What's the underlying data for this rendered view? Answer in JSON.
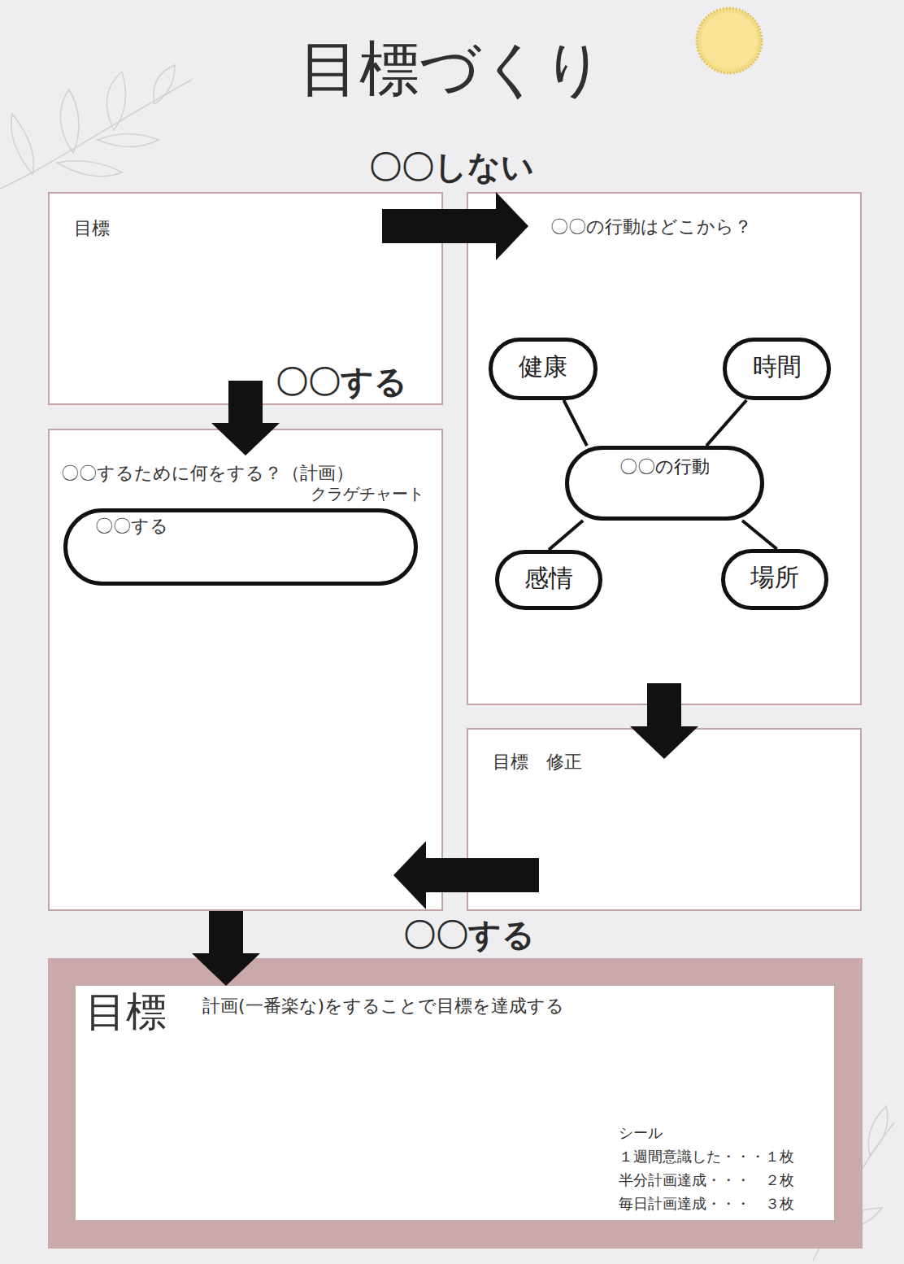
{
  "diagram": {
    "title": "目標づくり",
    "nodes": [
      {
        "text": [
          "目標"
        ]
      },
      {
        "text": [
          "〇〇の行動はどこから？"
        ]
      },
      {
        "text": [
          "健康"
        ],
        "in": 1
      },
      {
        "text": [
          "時間"
        ],
        "in": 1
      },
      {
        "text": [
          "〇〇の行動"
        ],
        "in": 1
      },
      {
        "text": [
          "感情"
        ],
        "in": 1
      },
      {
        "text": [
          "場所"
        ],
        "in": 1
      },
      {
        "text": [
          "〇〇するために何をする？（計画）",
          "クラゲチャート"
        ]
      },
      {
        "text": [
          "〇〇する"
        ],
        "in": 7
      },
      {
        "text": [
          "目標　修正"
        ]
      },
      {
        "text": [
          "目標",
          "計画(一番楽な)をすることで目標を達成する",
          "シール",
          "１週間意識した・・・１枚",
          "半分計画達成・・・　２枚",
          "毎日計画達成・・・　３枚"
        ]
      }
    ],
    "edges": [
      {
        "from": 0,
        "to": 1,
        "arrow": "to",
        "label": "〇〇しない"
      },
      {
        "from": 0,
        "to": 7,
        "arrow": "to",
        "label": "〇〇する"
      },
      {
        "from": 4,
        "to": 2,
        "arrow": "none"
      },
      {
        "from": 4,
        "to": 3,
        "arrow": "none"
      },
      {
        "from": 4,
        "to": 5,
        "arrow": "none"
      },
      {
        "from": 4,
        "to": 6,
        "arrow": "none"
      },
      {
        "from": 1,
        "to": 9,
        "arrow": "to"
      },
      {
        "from": 9,
        "to": 7,
        "arrow": "to"
      },
      {
        "from": 7,
        "to": 10,
        "arrow": "to",
        "label": "〇〇する"
      }
    ]
  }
}
